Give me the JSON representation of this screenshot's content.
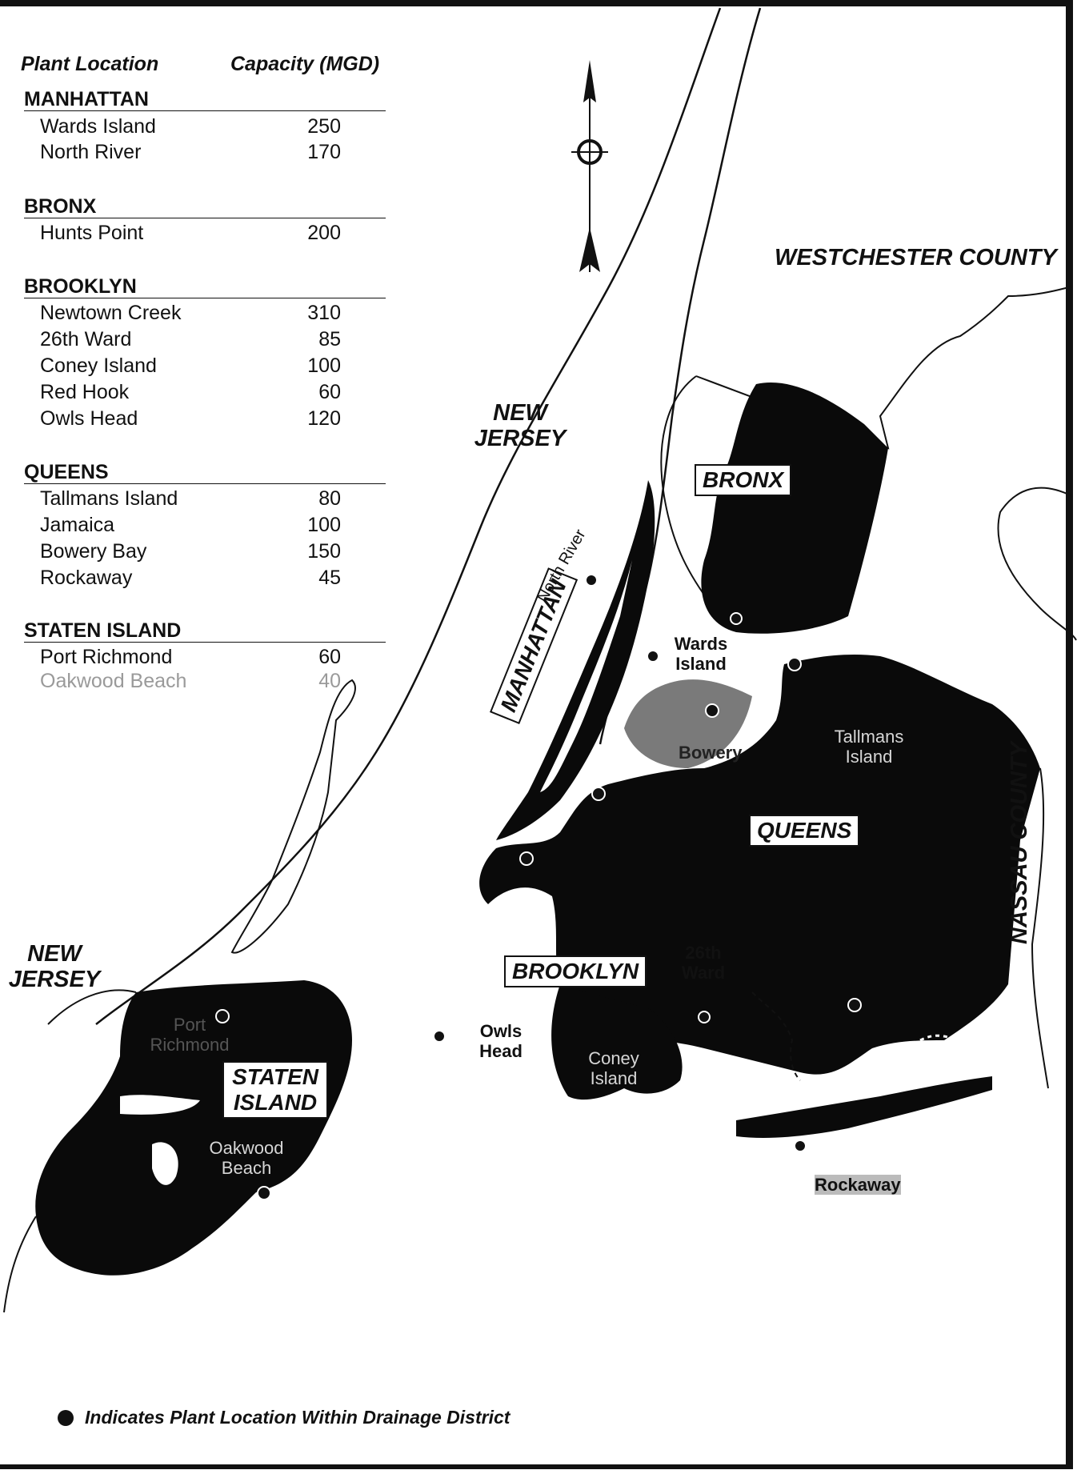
{
  "table": {
    "col_location": "Plant Location",
    "col_capacity": "Capacity (MGD)",
    "boroughs": [
      {
        "name": "MANHATTAN",
        "plants": [
          {
            "name": "Wards Island",
            "capacity": "250"
          },
          {
            "name": "North River",
            "capacity": "170"
          }
        ]
      },
      {
        "name": "BRONX",
        "plants": [
          {
            "name": "Hunts Point",
            "capacity": "200"
          }
        ]
      },
      {
        "name": "BROOKLYN",
        "plants": [
          {
            "name": "Newtown Creek",
            "capacity": "310"
          },
          {
            "name": "26th Ward",
            "capacity": "85"
          },
          {
            "name": "Coney Island",
            "capacity": "100"
          },
          {
            "name": "Red Hook",
            "capacity": "60"
          },
          {
            "name": "Owls Head",
            "capacity": "120"
          }
        ]
      },
      {
        "name": "QUEENS",
        "plants": [
          {
            "name": "Tallmans Island",
            "capacity": "80"
          },
          {
            "name": "Jamaica",
            "capacity": "100"
          },
          {
            "name": "Bowery Bay",
            "capacity": "150"
          },
          {
            "name": "Rockaway",
            "capacity": "45"
          }
        ]
      },
      {
        "name": "STATEN ISLAND",
        "plants": [
          {
            "name": "Port Richmond",
            "capacity": "60"
          },
          {
            "name": "Oakwood Beach",
            "capacity": "40"
          }
        ]
      }
    ]
  },
  "map": {
    "regions": {
      "westchester": "WESTCHESTER COUNTY",
      "nj_top": "NEW JERSEY",
      "nj_left": "NEW JERSEY",
      "nassau": "NASSAU COUNTY"
    },
    "boroughs": {
      "bronx": "BRONX",
      "manhattan": "MANHATTAN",
      "queens": "QUEENS",
      "brooklyn": "BROOKLYN",
      "staten_island": "STATEN ISLAND"
    },
    "plant_labels": {
      "north_river": "North River",
      "wards_island": "Wards Island",
      "tallmans_island": "Tallmans Island",
      "bowery": "Bowery",
      "ward26": "26th Ward",
      "owls_head": "Owls Head",
      "coney_island": "Coney Island",
      "rockaway": "Rockaway",
      "port_richmond": "Port Richmond",
      "oakwood_beach": "Oakwood Beach"
    },
    "north_arrow_icon": "north-arrow-icon"
  },
  "legend": {
    "text": "Indicates Plant Location Within Drainage District",
    "marker_color": "#111111"
  }
}
